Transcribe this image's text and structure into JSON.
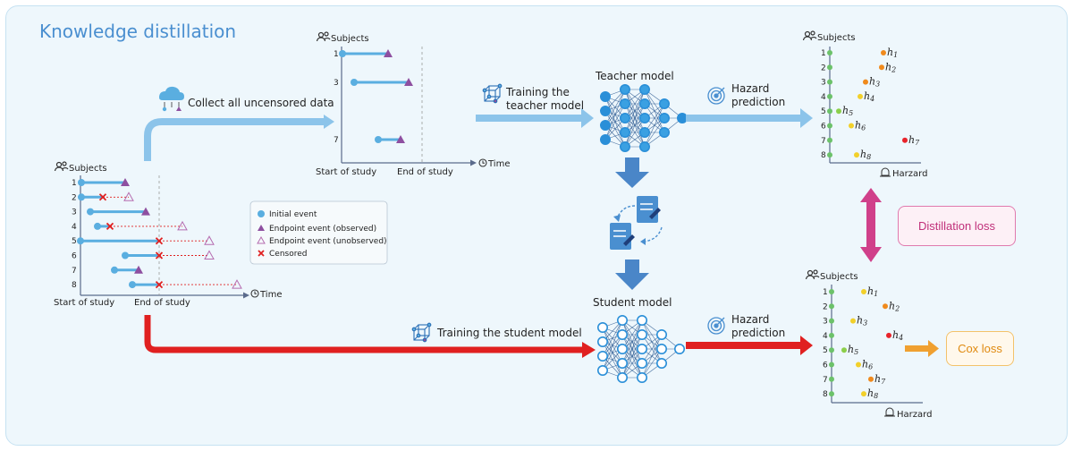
{
  "title": "Knowledge distillation",
  "legend": {
    "initial": "Initial event",
    "observed": "Endpoint event (observed)",
    "unobserved": "Endpoint event (unobserved)",
    "censored": "Censored"
  },
  "labels": {
    "subjects": "Subjects",
    "time": "Time",
    "start": "Start of study",
    "end": "End of study",
    "collect": "Collect all uncensored data",
    "train_teacher_1": "Training the",
    "train_teacher_2": "teacher model",
    "teacher_model": "Teacher model",
    "student_model": "Student model",
    "train_student": "Training the student model",
    "hazard_1": "Hazard",
    "hazard_2": "prediction",
    "harzard_axis": "Harzard",
    "distillation_loss": "Distillation loss",
    "cox_loss": "Cox loss"
  },
  "subject_ids": [
    "1",
    "2",
    "3",
    "4",
    "5",
    "6",
    "7",
    "8"
  ],
  "uncensored_ids": [
    "1",
    "3",
    "7"
  ],
  "hazard_symbol": "h",
  "colors": {
    "blue": "#5aaee0",
    "red": "#e02020",
    "purple": "#8e4fa0",
    "pink": "#d0408a",
    "orange": "#f0a030",
    "arrowblue": "#8cc4ea"
  }
}
